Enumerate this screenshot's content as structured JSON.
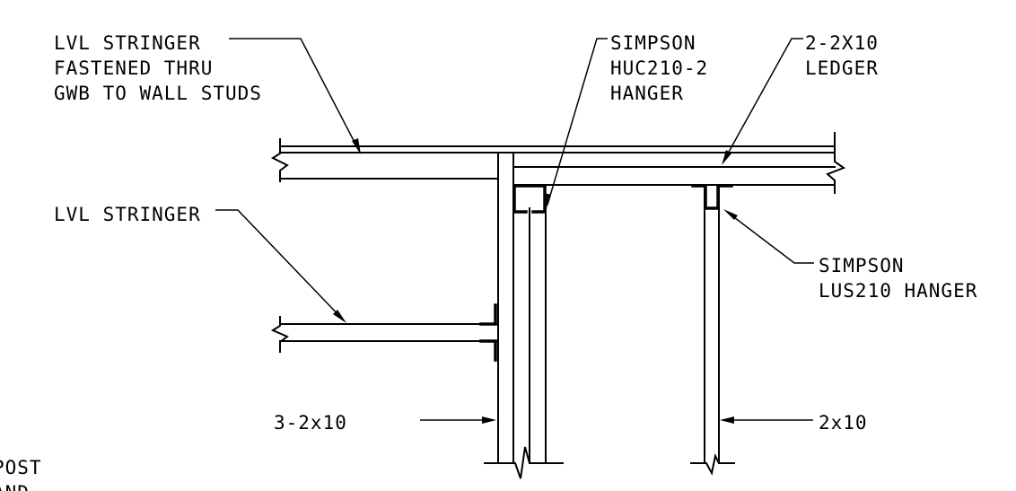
{
  "drawing": {
    "labels": {
      "lvl_stringer_top": [
        "LVL STRINGER",
        "FASTENED THRU",
        "GWB TO WALL STUDS"
      ],
      "simpson_huc": [
        "SIMPSON",
        "HUC210-2",
        "HANGER"
      ],
      "ledger": [
        "2-2X10",
        "LEDGER"
      ],
      "lvl_stringer_bottom": [
        "LVL STRINGER"
      ],
      "simpson_lus": [
        "SIMPSON",
        "LUS210 HANGER"
      ],
      "dim_left": "3-2x10",
      "dim_right": "2x10",
      "cutoff_text": [
        "POST",
        "AND"
      ]
    }
  }
}
